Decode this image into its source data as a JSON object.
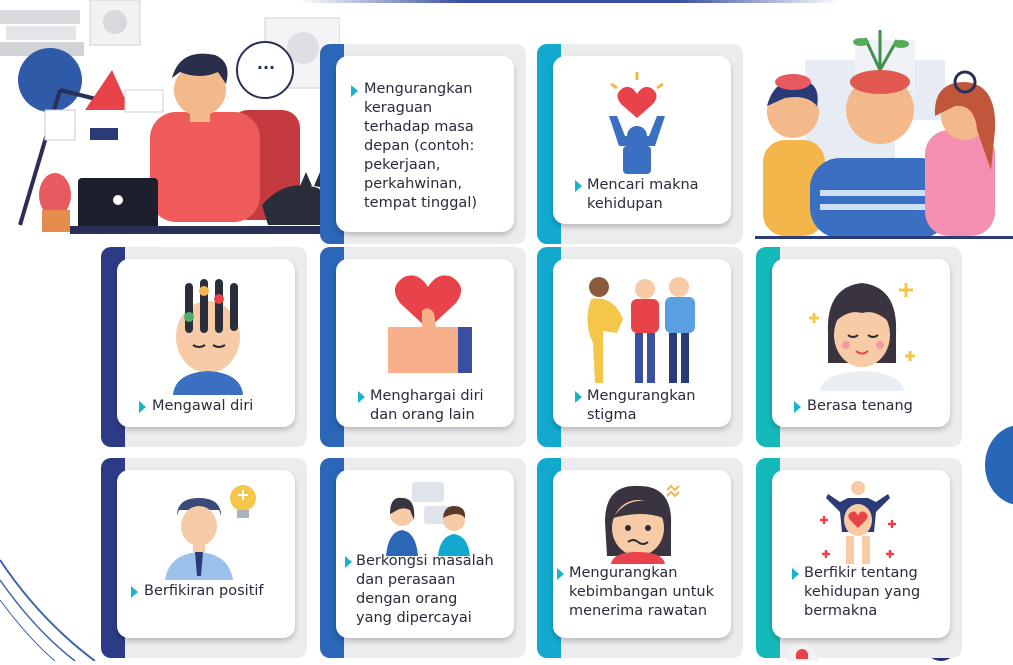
{
  "colors": {
    "band_navy": "#2d3b86",
    "band_blue": "#2b66b8",
    "band_cyan": "#13a9cf",
    "band_teal": "#16b9b9",
    "chevron": "#18b4c9",
    "text": "#2b2b3a"
  },
  "speech_bubble": "...",
  "cards": [
    {
      "label": "Mengurangkan\nkeraguan\nterhadap masa\ndepan (contoh:\npekerjaan,\nperkahwinan,\ntempat tinggal)",
      "icon": "uncertainty-icon"
    },
    {
      "label": "Mencari makna\nkehidupan",
      "icon": "raised-arms-heart-icon"
    },
    {
      "label": "Mengawal diri",
      "icon": "head-sliders-icon"
    },
    {
      "label": "Menghargai diri\ndan orang lain",
      "icon": "thumbs-up-heart-icon"
    },
    {
      "label": "Mengurangkan\nstigma",
      "icon": "people-group-icon"
    },
    {
      "label": "Berasa tenang",
      "icon": "calm-face-icon"
    },
    {
      "label": "Berfikiran positif",
      "icon": "man-lightbulb-icon"
    },
    {
      "label": "Berkongsi masalah\ndan perasaan\ndengan orang\nyang dipercayai",
      "icon": "conversation-icon"
    },
    {
      "label": "Mengurangkan\nkebimbangan untuk\nmenerima rawatan",
      "icon": "worried-woman-icon"
    },
    {
      "label": "Berfikir tentang\nkehidupan yang\nbermakna",
      "icon": "healthy-body-icon"
    }
  ]
}
